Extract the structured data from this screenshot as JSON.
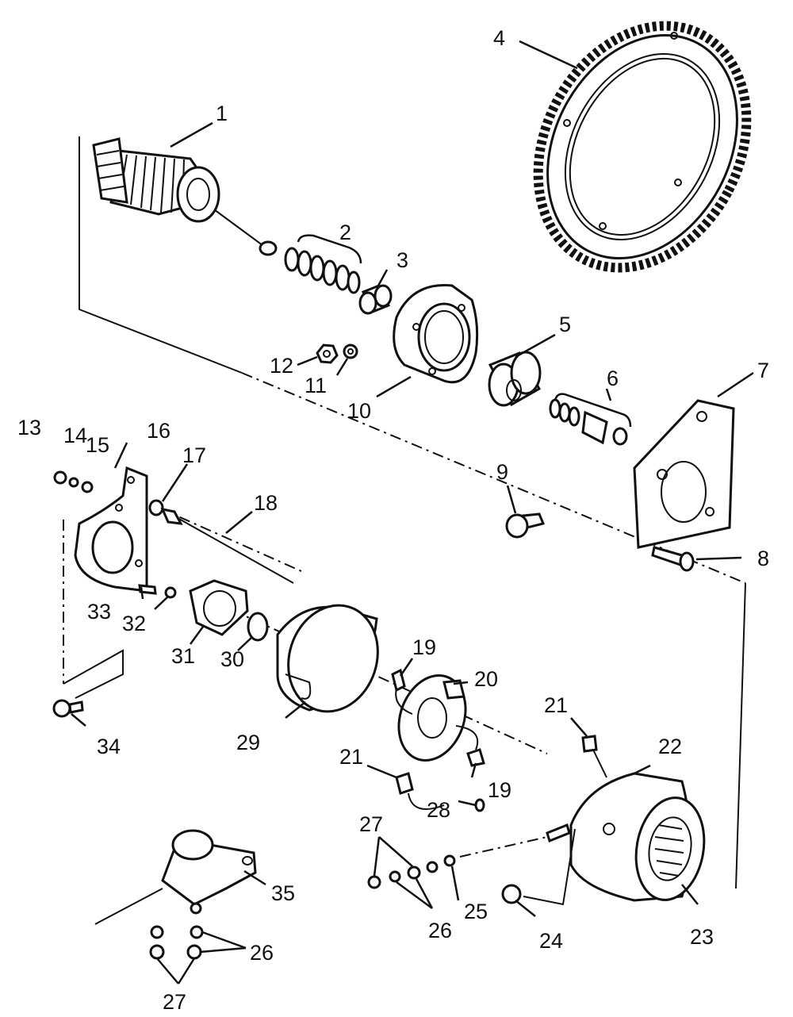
{
  "callouts": {
    "c1": "1",
    "c2": "2",
    "c3": "3",
    "c4": "4",
    "c5": "5",
    "c6": "6",
    "c7": "7",
    "c8": "8",
    "c9": "9",
    "c10": "10",
    "c11": "11",
    "c12": "12",
    "c13": "13",
    "c14": "14",
    "c15": "15",
    "c16": "16",
    "c17": "17",
    "c18": "18",
    "c19a": "19",
    "c19b": "19",
    "c20": "20",
    "c21a": "21",
    "c21b": "21",
    "c22": "22",
    "c23": "23",
    "c24": "24",
    "c25": "25",
    "c26a": "26",
    "c26b": "26",
    "c27a": "27",
    "c27b": "27",
    "c28": "28",
    "c29": "29",
    "c30": "30",
    "c31": "31",
    "c32": "32",
    "c33": "33",
    "c34": "34",
    "c35": "35"
  }
}
